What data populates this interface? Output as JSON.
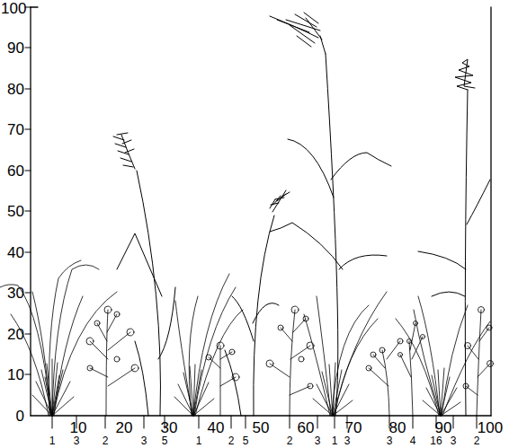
{
  "diagram": {
    "labels": [
      "100",
      "90",
      "80",
      "70",
      "60",
      "50",
      "40",
      "30",
      "20",
      "10",
      "0",
      "10",
      "20",
      "30",
      "40",
      "50",
      "60",
      "70",
      "80",
      "90",
      "100",
      "1",
      "3",
      "2",
      "3",
      "5",
      "1",
      "2",
      "5",
      "2",
      "3",
      "1",
      "3",
      "3",
      "4",
      "16",
      "3",
      "2"
    ]
  }
}
